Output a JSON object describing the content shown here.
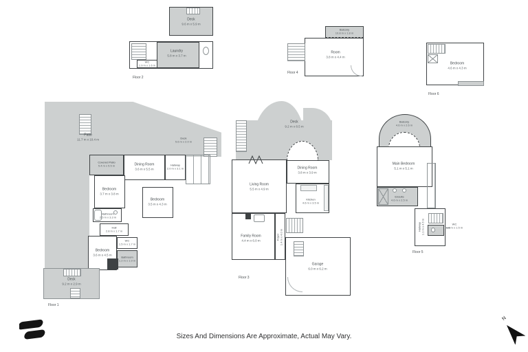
{
  "footer": {
    "disclaimer": "Sizes And Dimensions Are Approximate, Actual May Vary."
  },
  "compass": {
    "label": "N"
  },
  "colors": {
    "wall": "#3e4244",
    "deck_fill": "#cdd0d0",
    "room_fill": "#ffffff",
    "label_text": "#454b4e",
    "logo": "#151515"
  },
  "plans": [
    {
      "name": "floor-2",
      "floor_label": "Floor 2",
      "rooms": [
        {
          "name": "Deck",
          "dims": "9.6 m x 5.9 m"
        },
        {
          "name": "Laundry",
          "dims": "5.8 m x 3.7 m"
        },
        {
          "name": "WC",
          "dims": "1.9 m x 1.6 m"
        }
      ]
    },
    {
      "name": "floor-4",
      "floor_label": "Floor 4",
      "rooms": [
        {
          "name": "Balcony",
          "dims": "10.8 m x 1.8 m"
        },
        {
          "name": "Room",
          "dims": "3.8 m x 4.4 m"
        }
      ]
    },
    {
      "name": "floor-6",
      "floor_label": "Floor 6",
      "rooms": [
        {
          "name": "Bedroom",
          "dims": "4.6 m x 4.3 m"
        }
      ]
    },
    {
      "name": "floor-1",
      "floor_label": "Floor 1",
      "rooms": [
        {
          "name": "Patio",
          "dims": "11.7 m x 10.4 m"
        },
        {
          "name": "Deck",
          "dims": "5.6 m x 2.0 m"
        },
        {
          "name": "Covered Patio",
          "dims": "5.4 m x 5.5 m"
        },
        {
          "name": "Dining Room",
          "dims": "3.6 m x 5.5 m"
        },
        {
          "name": "Hallway",
          "dims": "2.0 m x 3.1 m"
        },
        {
          "name": "Bedroom",
          "dims": "3.7 m x 3.8 m"
        },
        {
          "name": "Bedroom",
          "dims": "3.5 m x 4.3 m"
        },
        {
          "name": "Bathroom",
          "dims": "2.5 m x 3.3 m"
        },
        {
          "name": "Hall",
          "dims": "2.8 m x 1.7 m"
        },
        {
          "name": "WC",
          "dims": "1.5 m x 1.7 m"
        },
        {
          "name": "Bedroom",
          "dims": "3.6 m x 4.5 m"
        },
        {
          "name": "Bathroom",
          "dims": "1.2 m x 1.9 m"
        },
        {
          "name": "Deck",
          "dims": "9.2 m x 2.9 m"
        }
      ]
    },
    {
      "name": "floor-3",
      "floor_label": "Floor 3",
      "rooms": [
        {
          "name": "Deck",
          "dims": "9.2 m x 8.5 m"
        },
        {
          "name": "Dining Room",
          "dims": "3.8 m x 3.9 m"
        },
        {
          "name": "Living Room",
          "dims": "5.5 m x 4.9 m"
        },
        {
          "name": "Kitchen",
          "dims": "4.6 m x 3.5 m"
        },
        {
          "name": "Family Room",
          "dims": "4.4 m x 6.0 m"
        },
        {
          "name": "Foyer",
          "dims": "1.4 m x 4.0 m"
        },
        {
          "name": "Garage",
          "dims": "6.0 m x 6.2 m"
        }
      ]
    },
    {
      "name": "floor-5",
      "floor_label": "Floor 5",
      "rooms": [
        {
          "name": "Balcony",
          "dims": "4.6 m x 2.6 m"
        },
        {
          "name": "Main Bedroom",
          "dims": "5.1 m x 5.1 m"
        },
        {
          "name": "Ensuite",
          "dims": "4.6 m x 2.5 m"
        },
        {
          "name": "Hallway",
          "dims": "1.1 m x 4.6 m"
        },
        {
          "name": "WC",
          "dims": "1.6 m x 1.5 m"
        }
      ]
    }
  ]
}
